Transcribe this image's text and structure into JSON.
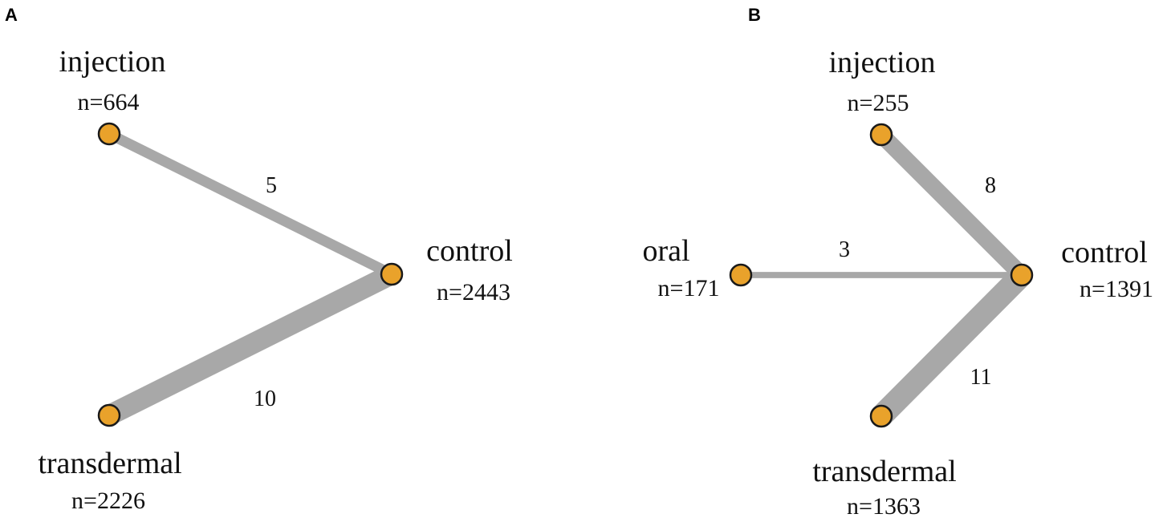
{
  "colors": {
    "node_fill": "#E9A22B",
    "node_stroke": "#1a1a1a",
    "edge": "#A8A8A8"
  },
  "panels": [
    {
      "letter": "A",
      "nodes": [
        {
          "id": "injection",
          "label": "injection",
          "n": "n=664"
        },
        {
          "id": "control",
          "label": "control",
          "n": "n=2443"
        },
        {
          "id": "transdermal",
          "label": "transdermal",
          "n": "n=2226"
        }
      ],
      "edges": [
        {
          "from": "injection",
          "to": "control",
          "studies": 5,
          "label": "5"
        },
        {
          "from": "transdermal",
          "to": "control",
          "studies": 10,
          "label": "10"
        }
      ]
    },
    {
      "letter": "B",
      "nodes": [
        {
          "id": "injection",
          "label": "injection",
          "n": "n=255"
        },
        {
          "id": "oral",
          "label": "oral",
          "n": "n=171"
        },
        {
          "id": "control",
          "label": "control",
          "n": "n=1391"
        },
        {
          "id": "transdermal",
          "label": "transdermal",
          "n": "n=1363"
        }
      ],
      "edges": [
        {
          "from": "injection",
          "to": "control",
          "studies": 8,
          "label": "8"
        },
        {
          "from": "oral",
          "to": "control",
          "studies": 3,
          "label": "3"
        },
        {
          "from": "transdermal",
          "to": "control",
          "studies": 11,
          "label": "11"
        }
      ]
    }
  ]
}
